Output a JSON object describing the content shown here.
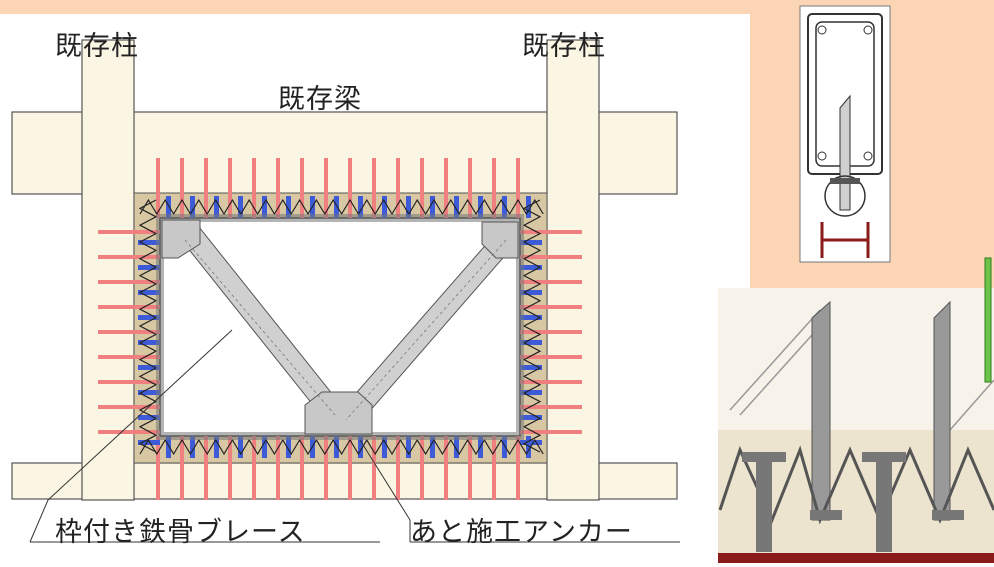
{
  "labels": {
    "existing_column_left": "既存柱",
    "existing_column_right": "既存柱",
    "existing_beam": "既存梁",
    "steel_brace": "枠付き鉄骨ブレース",
    "post_install_anchor": "あと施工アンカー"
  },
  "colors": {
    "background_peach": "#fcd5b5",
    "concrete_frame": "#fbf5e4",
    "mortar_fill": "#d8c7a3",
    "anchor_red": "#f08080",
    "stud_blue": "#3d5bd8",
    "steel_gray": "#c8c8c8",
    "marker_green": "#6cc24a"
  }
}
